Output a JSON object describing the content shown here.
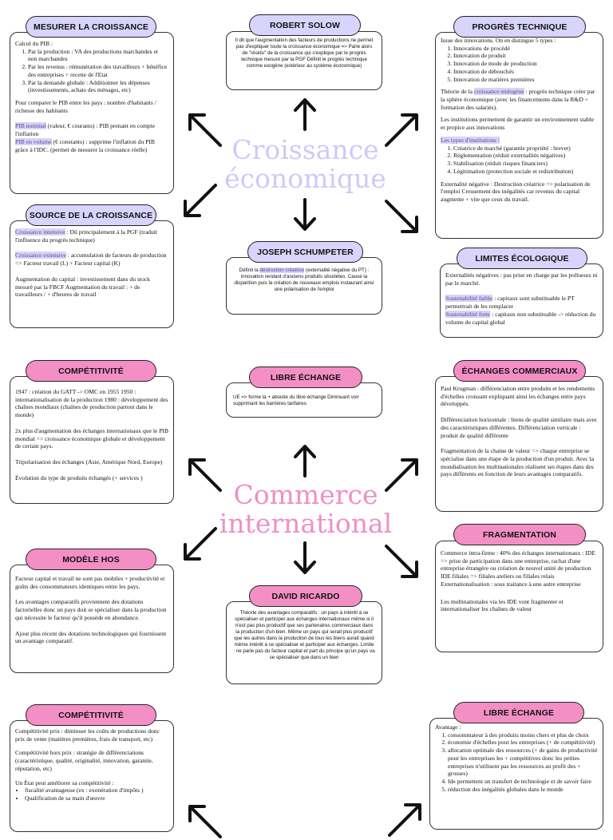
{
  "section1": {
    "title_line1": "Croissance",
    "title_line2": "économique",
    "title_color": "#cfc9f7",
    "mesurer": {
      "label": "MESURER LA CROISSANCE",
      "intro": "Calcul du PIB :",
      "items": [
        "Par la production : VA des productions marchandes et non marchandes",
        "Par les revenus : rémunération des travailleurs + bénéfice des entreprises + recette de l'Etat",
        "Par la demande globale : Additionner les dépenses  (investissements, achats des ménages, etc)"
      ],
      "compare": "Pour comparer le PIB entre les pays : nombre d'habitants / richesse des habitants",
      "nominal_term": "PIB nominal",
      "nominal_text": " (valeur, € courants) : PIB prenant en compte l'inflation",
      "volume_term": "PIB en volume",
      "volume_text": " (€ constants) : supprime l'inflation du PIB grâce à l'IDC. (permet de mesurer la croissance réelle)"
    },
    "solow": {
      "label": "ROBERT SOLOW",
      "text": "Il dit que l'augmentation des facteurs de productions ne permet pas d'expliquer toute la croissance économique => Parle alors de \"résidu\" de la croissance qui s'explique par le progrès technique mesuré par la PGF Définit le progrès technique comme exogène (extérieur au système économique)"
    },
    "progres": {
      "label": "PROGRÈS TECHNIQUE",
      "intro": "Issue des innovations. On en distingue 5 types :",
      "items": [
        "Innovations de procédé",
        "Innovation de produit",
        "Innovation de mode de production",
        "Innovation de débouchés",
        "Innovation de matières premières"
      ],
      "theorie_pre": "Théorie de la ",
      "theorie_term": "croissance endogène",
      "theorie_post": " : progrès technique créer par la sphère économique (avec les financements dans la R&D + formation des salariés).",
      "institutions": "Les institutions permettent de garantir un environnement stable et propice aux innovations",
      "types_term": "Les types d'institutions :",
      "types": [
        "Créatrice de marché (garantie propriété : brevet)",
        "Réglementation (réduit externalités négatives)",
        "Stabilisation (réduit risques financiers)",
        "Légitimation (protection sociale et redistribution)"
      ],
      "externalite": "Externalité négative : Destruction créatrice => polarisation de l'emploi Creusement des inégalités car revenus du capital augmente + vite que ceux du travail."
    },
    "source": {
      "label": "SOURCE DE LA CROISSANCE",
      "intensive_term": "Croissance intensive",
      "intensive_text": " : Dû principalement à la PGF (traduit l'influence du progrès technique)",
      "extensive_term": "Croissance extensive",
      "extensive_text": " : accumulation de facteurs de production => Facteur travail (L) + Facteur capital (K)",
      "augmentation": "Augmentation du capital : investissement dans du stock mesuré par la FBCF Augmentation du travail : + de travailleurs / + d'heures de travail"
    },
    "schumpeter": {
      "label": "JOSEPH SCHUMPETER",
      "pre": "Définit la ",
      "term": "destruction créatrice",
      "post": " (externalité négative du PT) : innovation rendant d'anciens produits obsolètes. Cause la disparition puis la création de nouveaux emplois instaurant ainsi une polarisation de l'emploi"
    },
    "limites": {
      "label": "LIMITES ÉCOLOGIQUE",
      "externalites": "Externalités négatives : pas prise en charge par les pollueurs ni par le marché.",
      "faible_term": "Soutenabilité faible",
      "faible_text": " : capitaux sont substituable le PT permettrait de les remplacer",
      "forte_term": "Soutenabilité forte",
      "forte_text": " : capitaux non substituable -> réduction du volume de capital global"
    }
  },
  "section2": {
    "title_line1": "Commerce",
    "title_line2": "international",
    "title_color": "#f08fc6",
    "competitivite": {
      "label": "COMPÉTITIVITÉ",
      "dates": "1947 : création du GATT -> OMC en 1955 1950 : internationalisation de la production 1980 : développement des chaînes mondiaux (chaînes de production partout dans le monde)",
      "augmentation": "2x plus d'augmentation des échanges internationaux que le PIB mondial => croissance économique globale et développement de certain pays.",
      "tripolarisation": "Tripolarisation des échanges (Asie, Amérique Nord, Europe)",
      "evolution": "Évolution du type de produits échangés (+ services )"
    },
    "libre": {
      "label": "LIBRE ÉCHANGE",
      "text": "UE => forme la + aboutie du libre échange Diminuant voir supprimant les barrières tarifaires"
    },
    "echanges": {
      "label": "ÉCHANGES COMMERCIAUX",
      "krugman": "Paul Krugman : différenciation entre produits et les rendements d'échelles croissant expliquant ainsi les échanges entre pays développés.",
      "differenciation": "Différenciation horizontale : biens de qualité similaire mais avec des caractéristiques différentes. Différenciation verticale : produit de qualité différente",
      "fragmentation": "Fragmentation de la chaine de valeur => chaque entreprise se spécialise dans une étape de la production d'un produit. Avec la mondialisation les multinationales réalisent ses étapes dans des pays différents en fonction de leurs avantages comparatifs."
    },
    "hos": {
      "label": "MODÈLE HOS",
      "facteur": "Facteur capital et travail ne sont pas mobiles + productivité et goûts des consommateurs identiques entre les pays.",
      "avantages": "Les avantages comparatifs proviennent des dotations factorielles donc un pays doit se spécialiser dans la production qui nécessite le facteur qu'il possède en abondance.",
      "ajout": "Ajout plus récent des dotations technologiques qui fournissent un avantage comparatif."
    },
    "ricardo": {
      "label": "DAVID RICARDO",
      "text": "Théorie des avantages comparatifs : un pays à intérêt à se spécialiser et participer aux échanges internationaux même si il n'est pas plus productif que ses partenaires commerciaux dans la production d'un bien. Même un pays qui serait plus productif que les autres dans la production de tous les biens aurait quand même intérêt à se spécialiser et participer aux échanges. Limite : ne parle pas du facteur capital et part du principe qu'un pays va se spécialiser que dans un bien"
    },
    "fragmentation": {
      "label": "FRAGMENTATION",
      "intra": "Commerce intra-firme : 40% des échanges internationaux : IDE => prise de participation dans une entreprise, rachat d'une entreprise étrangère ou création de nouvel unité de production IDE filiales => filiales ateliers ou filiales relais Externationalisation : sous traitance à une autre entreprise",
      "multinationales": "Les multinationales via les IDE vont fragmenter et internationaliser les chaînes de valeur"
    }
  },
  "section3": {
    "competitivite": {
      "label": "COMPÉTITIVITÉ",
      "prix": "Compétitivité prix : diminuer les coûts de productions donc prix de vente (matières premières, frais de transport, etc)",
      "hors_prix": "Compétitivité hors prix : stratégie de différenciations (caractéristique, qualité, originalité, innovation, garantie, réputation, etc)",
      "etat": "Un État peut améliorer sa compétitivité :",
      "bullets": [
        "fiscalité avantageuse (ex : exonération d'impôts )",
        "Qualification de sa main d'œuvre"
      ]
    },
    "libre": {
      "label": "LIBRE ÉCHANGE",
      "intro": "Avantage :",
      "items": [
        "consommateur à des produits moins chers et plus de choix",
        "économie d'échelles pour les entreprises (+ de compétitivité)",
        "allocation optimale des ressources  (+ de gains de productivité pour les entreprises les + compétitives donc les petites entreprises n'utilisent pas les ressources au profit des + grosses)",
        "Ide permettent un transfert de technologie et de savoir faire",
        "réduction des inégalités globales dans le monde"
      ]
    }
  }
}
